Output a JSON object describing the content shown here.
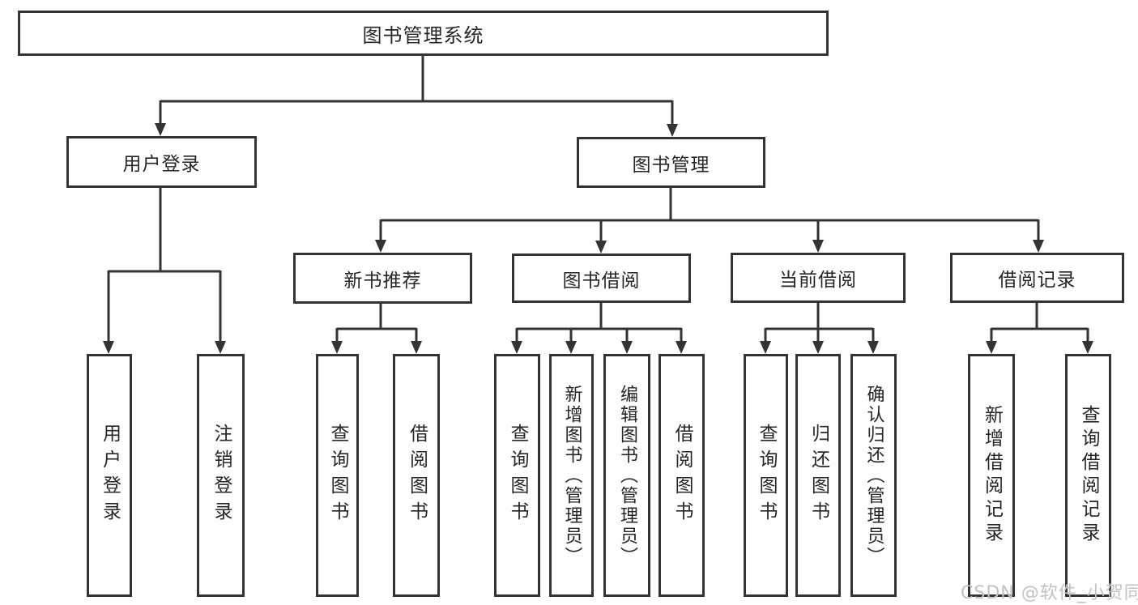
{
  "diagram_type": "hierarchy-tree",
  "colors": {
    "line": "#333333",
    "node_border": "#333333",
    "node_text": "#262626",
    "background": "#ffffff",
    "watermark_text_color": "#c2c2c2"
  },
  "tree": {
    "root": {
      "label": "图书管理系统",
      "children": [
        {
          "label": "用户登录",
          "children": [
            {
              "label": "用户登录"
            },
            {
              "label": "注销登录"
            }
          ]
        },
        {
          "label": "图书管理",
          "children": [
            {
              "label": "新书推荐",
              "children": [
                {
                  "label": "查询图书"
                },
                {
                  "label": "借阅图书"
                }
              ]
            },
            {
              "label": "图书借阅",
              "children": [
                {
                  "label": "查询图书"
                },
                {
                  "label": "新增图书（管理员）"
                },
                {
                  "label": "编辑图书（管理员）"
                },
                {
                  "label": "借阅图书"
                }
              ]
            },
            {
              "label": "当前借阅",
              "children": [
                {
                  "label": "查询图书"
                },
                {
                  "label": "归还图书"
                },
                {
                  "label": "确认归还（管理员）"
                }
              ]
            },
            {
              "label": "借阅记录",
              "children": [
                {
                  "label": "新增借阅记录"
                },
                {
                  "label": "查询借阅记录"
                }
              ]
            }
          ]
        }
      ]
    }
  },
  "watermark": {
    "text": "CSDN @软件_小贺同学"
  }
}
